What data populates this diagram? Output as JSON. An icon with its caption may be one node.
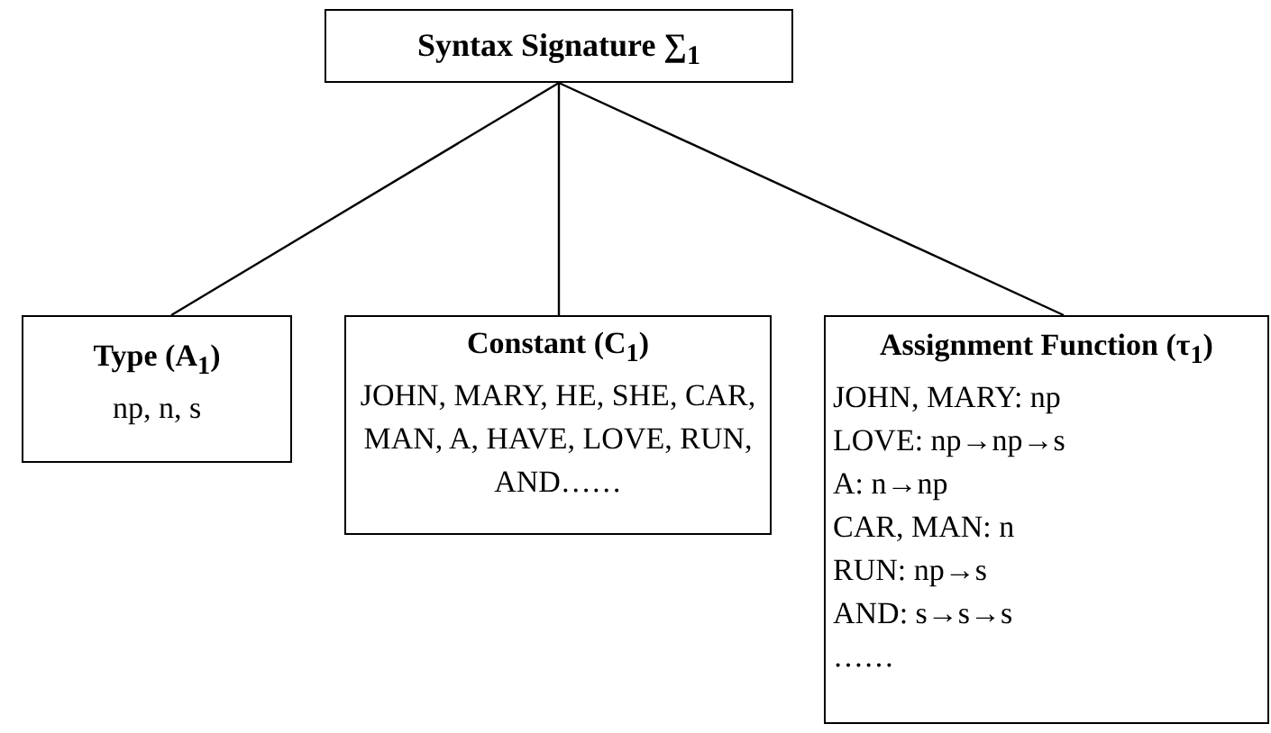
{
  "diagram": {
    "nodes": [
      {
        "text": [
          "Syntax Signature ∑$_{1}$"
        ]
      },
      {
        "text": [
          "Type (A$_{1}$)",
          "np, n, s"
        ]
      },
      {
        "text": [
          "Constant (C$_{1}$)",
          "JOHN, MARY, HE, SHE, CAR, MAN, A, HAVE, LOVE, RUN, AND……"
        ]
      },
      {
        "text": [
          "Assignment Function (τ$_{1}$)",
          "JOHN, MARY: np",
          "LOVE: np→np→s",
          "A: n→np",
          "CAR, MAN: n",
          "RUN: np→s",
          "AND: s→s→s",
          "……"
        ]
      }
    ],
    "edges": [
      {
        "from": 0,
        "to": 1,
        "arrow": "none"
      },
      {
        "from": 0,
        "to": 2,
        "arrow": "none"
      },
      {
        "from": 0,
        "to": 3,
        "arrow": "none"
      }
    ]
  }
}
